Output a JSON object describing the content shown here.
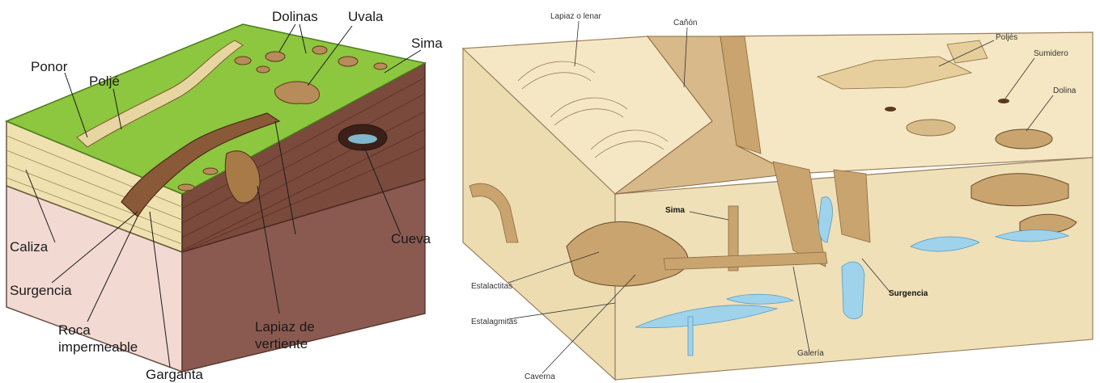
{
  "left_diagram": {
    "labels": {
      "dolinas": "Dolinas",
      "uvala": "Uvala",
      "sima": "Sima",
      "ponor": "Ponor",
      "polje": "Poljé",
      "caliza": "Caliza",
      "surgencia": "Surgencia",
      "roca": "Roca\nimpermeable",
      "cueva": "Cueva",
      "lapiaz": "Lapiaz de\nvertiente",
      "garganta": "Garganta"
    }
  },
  "right_diagram": {
    "labels": {
      "lapiaz": "Lapiaz o lenar",
      "canon": "Cañón",
      "poljes": "Poljés",
      "sumidero": "Sumidero",
      "dolina": "Dolina",
      "sima": "Sima",
      "estalactitas": "Estalactitas",
      "estalagmitas": "Estalagmitas",
      "galeria": "Galería",
      "surgencia": "Surgencia",
      "caverna": "Caverna"
    }
  },
  "colors": {
    "grass": "#8dc63f",
    "limestone": "#efe2b0",
    "impermeable_rock": "#f2d9d2",
    "cut_rock": "#8a5a50",
    "cave_water": "#9fd3ec",
    "plateau": "#f5e7c3"
  }
}
